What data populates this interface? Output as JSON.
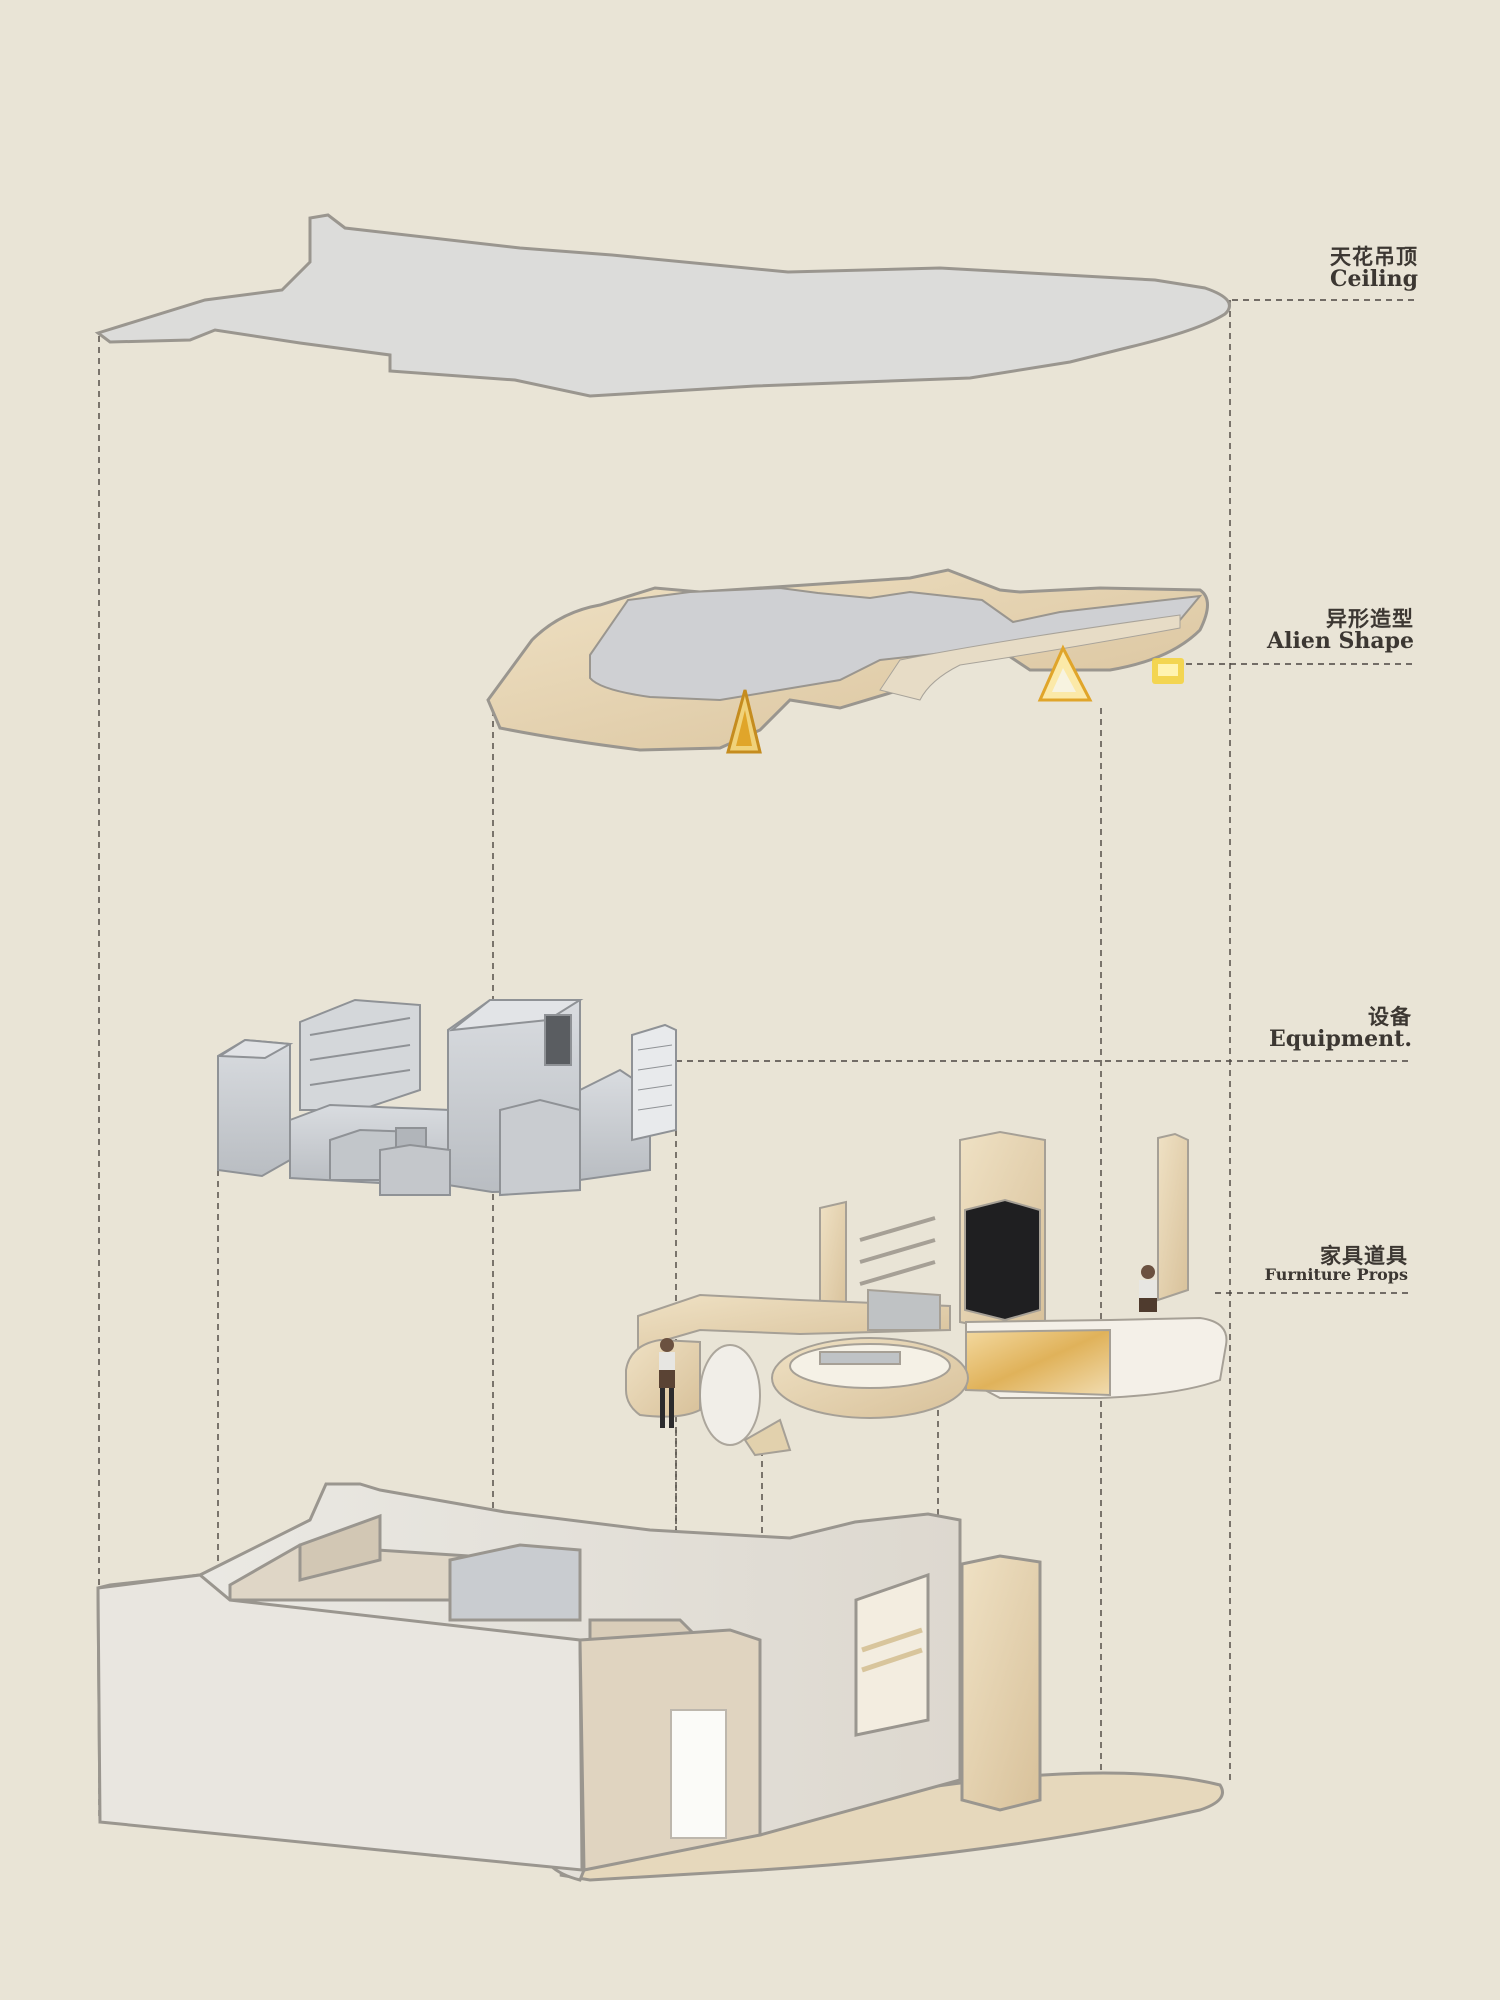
{
  "layers": [
    {
      "zh": "天花吊顶",
      "en": "Ceiling"
    },
    {
      "zh": "异形造型",
      "en": "Alien Shape"
    },
    {
      "zh": "设备",
      "en": "Equipment."
    },
    {
      "zh": "家具道具",
      "en": "Furniture Props"
    }
  ],
  "colors": {
    "background": "#e9e4d6",
    "leader_line": "#4a4540",
    "ceiling": "#dcdcda",
    "wood": "#e2cfa9",
    "steel": "#c9ccd0",
    "wall": "#e7e3dc",
    "outline": "#9a968f",
    "sign_glow": "#f5d23a"
  }
}
